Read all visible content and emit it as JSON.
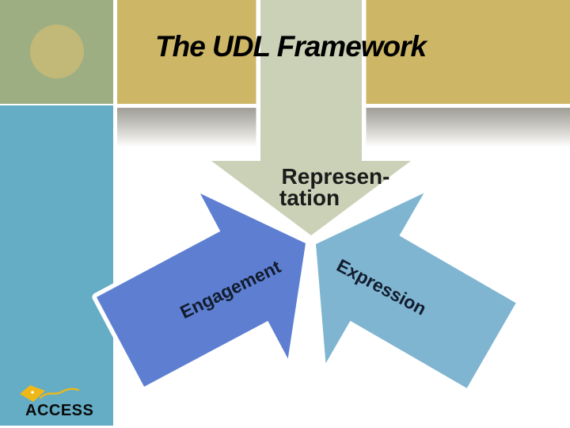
{
  "slide": {
    "title": "The UDL Framework"
  },
  "arrows": {
    "representation": {
      "line1": "Represen-",
      "line2": "tation"
    },
    "engagement": {
      "label": "Engagement"
    },
    "expression": {
      "label": "Expression"
    }
  },
  "logo": {
    "text": "ACCESS"
  },
  "colors": {
    "gold_band": "#cdb666",
    "sage_square": "#9dae82",
    "sage_circle": "#c2b878",
    "blue_column": "#64adc5",
    "representation_arrow": "#cad1b6",
    "engagement_arrow": "#5e7fd1",
    "expression_arrow": "#7fb5d1",
    "shadow_gray": "#9e9d96",
    "logo_gold": "#eeb818",
    "title_text": "#000000"
  }
}
